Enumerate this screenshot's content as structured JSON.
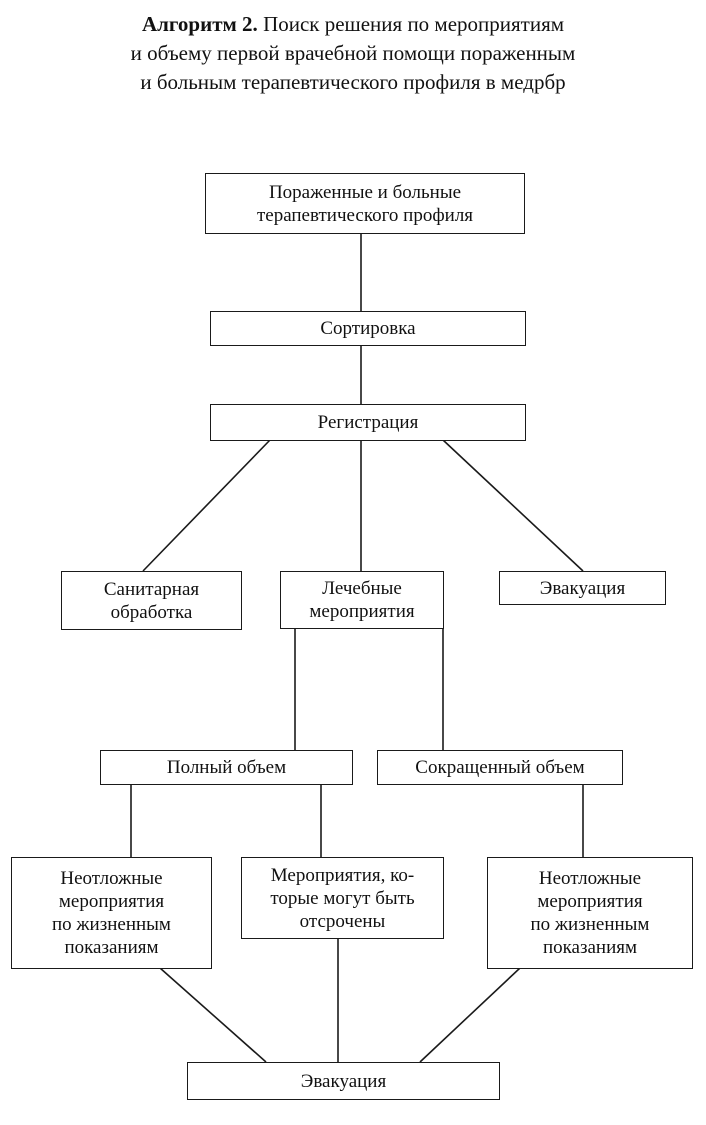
{
  "title": {
    "bold": "Алгоритм 2.",
    "line1_rest": "Поиск решения по мероприятиям",
    "line2": "и объему первой врачебной помощи пораженным",
    "line3": "и больным терапевтического профиля в медрбр"
  },
  "nodes": {
    "root": {
      "lines": [
        "Пораженные и больные",
        "терапевтического профиля"
      ]
    },
    "sorting": {
      "lines": [
        "Сортировка"
      ]
    },
    "registration": {
      "lines": [
        "Регистрация"
      ]
    },
    "sanitary": {
      "lines": [
        "Санитарная",
        "обработка"
      ]
    },
    "treatment": {
      "lines": [
        "Лечебные",
        "мероприятия"
      ]
    },
    "evacuation_top": {
      "lines": [
        "Эвакуация"
      ]
    },
    "full_volume": {
      "lines": [
        "Полный объем"
      ]
    },
    "reduced_volume": {
      "lines": [
        "Сокращенный объем"
      ]
    },
    "urgent_left": {
      "lines": [
        "Неотложные",
        "мероприятия",
        "по жизненным",
        "показаниям"
      ]
    },
    "deferred": {
      "lines": [
        "Мероприятия, ко-",
        "торые могут быть",
        "отсрочены"
      ]
    },
    "urgent_right": {
      "lines": [
        "Неотложные",
        "мероприятия",
        "по жизненным",
        "показаниям"
      ]
    },
    "evacuation_bottom": {
      "lines": [
        "Эвакуация"
      ]
    }
  }
}
